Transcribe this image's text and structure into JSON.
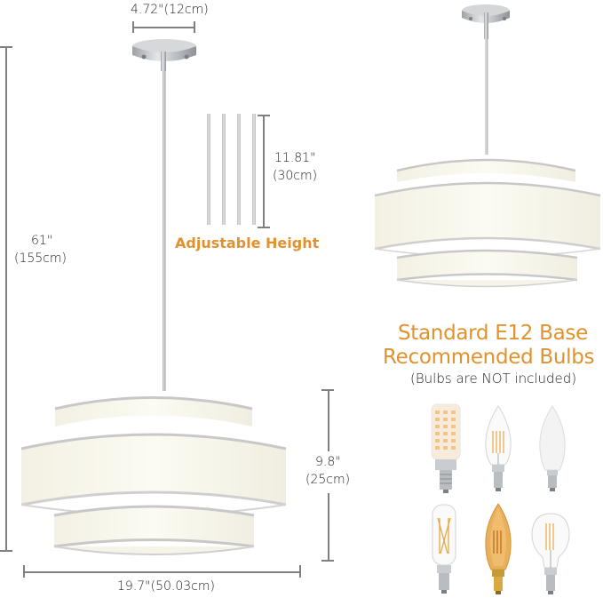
{
  "product": {
    "type": "3-tier drum pendant light, white fabric shade, brushed nickel rod",
    "colors": {
      "accent_orange": "#e0922e",
      "dimension_line": "#808080",
      "shade_fabric": "#fbf9ef",
      "shade_trim": "#c9c9c9",
      "metal": "#bfc1c4",
      "background": "#ffffff"
    }
  },
  "dimensions": {
    "canopy_width": "4.72\"(12cm)",
    "total_height_in": "61\"",
    "total_height_cm": "(155cm)",
    "rod_length_in": "11.81\"",
    "rod_length_cm": "(30cm)",
    "shade_height_in": "9.8\"",
    "shade_height_cm": "(25cm)",
    "shade_diameter": "19.7\"(50.03cm)"
  },
  "labels": {
    "adjustable_height": "Adjustable Height",
    "bulb_heading_line1": "Standard E12 Base",
    "bulb_heading_line2": "Recommended Bulbs",
    "bulb_note": "(Bulbs are NOT included)"
  },
  "rods": {
    "count": 4
  },
  "bulbs": [
    {
      "name": "led-corn-bulb"
    },
    {
      "name": "clear-candle-filament-bulb"
    },
    {
      "name": "frosted-candle-bulb"
    },
    {
      "name": "tubular-filament-bulb"
    },
    {
      "name": "amber-candle-filament-bulb"
    },
    {
      "name": "globe-filament-bulb"
    }
  ]
}
